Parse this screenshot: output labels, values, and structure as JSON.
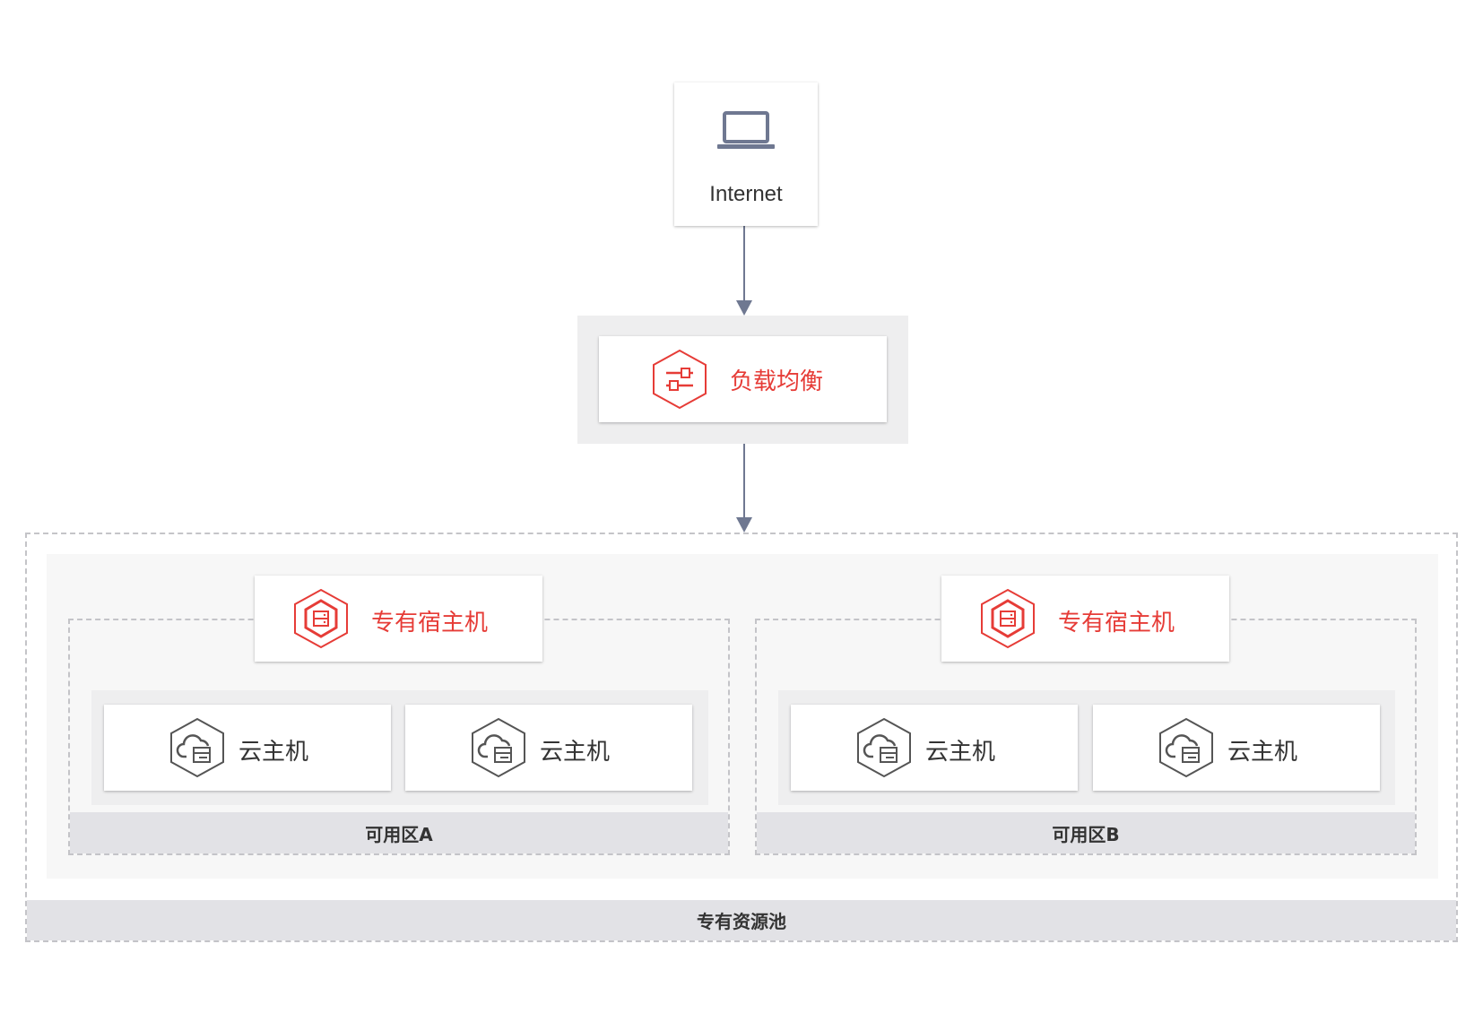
{
  "colors": {
    "accent_red": "#e63c37",
    "arrow": "#6f7891",
    "vm_icon": "#555555",
    "label_band": "#e2e2e6",
    "pool_inner": "#f7f7f7",
    "container_gray": "#eeeeef"
  },
  "internet": {
    "label": "Internet",
    "icon": "laptop-icon"
  },
  "load_balancer": {
    "label": "负载均衡",
    "icon": "load-balancer-icon"
  },
  "resource_pool": {
    "label": "专有资源池"
  },
  "zones": [
    {
      "label": "可用区A",
      "host": {
        "label": "专有宿主机",
        "icon": "dedicated-host-icon"
      },
      "vms": [
        {
          "label": "云主机",
          "icon": "cloud-server-icon"
        },
        {
          "label": "云主机",
          "icon": "cloud-server-icon"
        }
      ]
    },
    {
      "label": "可用区B",
      "host": {
        "label": "专有宿主机",
        "icon": "dedicated-host-icon"
      },
      "vms": [
        {
          "label": "云主机",
          "icon": "cloud-server-icon"
        },
        {
          "label": "云主机",
          "icon": "cloud-server-icon"
        }
      ]
    }
  ]
}
